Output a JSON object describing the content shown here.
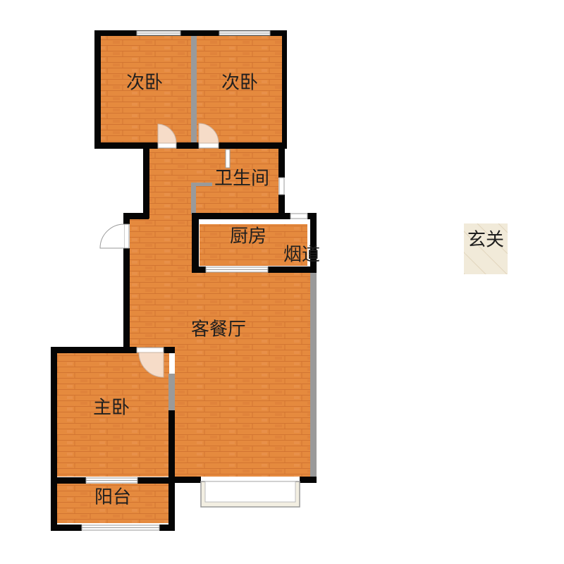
{
  "rooms": {
    "second_bedroom_left": "次卧",
    "second_bedroom_right": "次卧",
    "bathroom": "卫生间",
    "kitchen": "厨房",
    "flue": "烟道",
    "living_dining": "客餐厅",
    "master_bedroom": "主卧",
    "balcony": "阳台",
    "entrance": "玄关"
  },
  "colors": {
    "wall": "#050505",
    "floor": "#e58a3e",
    "floor_stripe": "#d27532",
    "partition": "#9a9a9a",
    "window": "#ffffff",
    "door_arc": "#f6dcc8",
    "bay_window": "#f3efe2",
    "entrance_tile": "#f1ead9"
  }
}
